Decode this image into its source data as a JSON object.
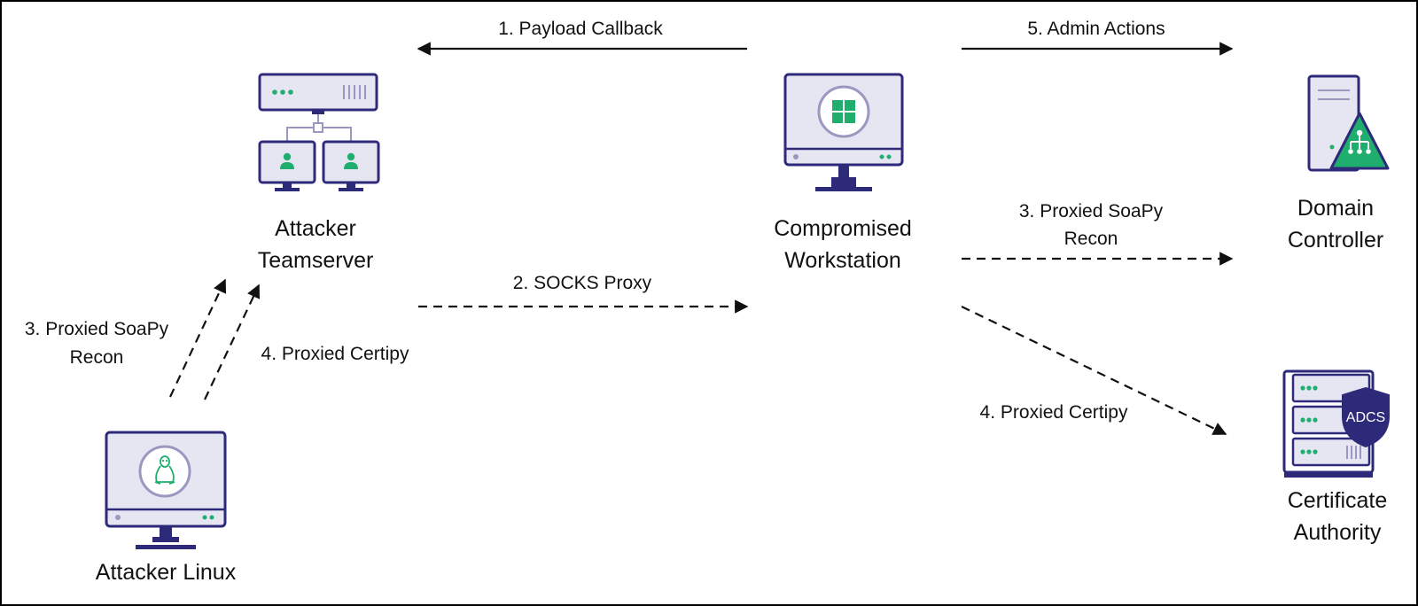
{
  "colors": {
    "navy": "#2e2a7a",
    "green": "#1fae6e",
    "panel": "#e6e6f2",
    "line": "#111111",
    "border": "#000000"
  },
  "nodes": {
    "teamserver": {
      "line1": "Attacker",
      "line2": "Teamserver",
      "icon": "server-network-icon"
    },
    "workstation": {
      "line1": "Compromised",
      "line2": "Workstation",
      "icon": "windows-monitor-icon"
    },
    "dc": {
      "line1": "Domain",
      "line2": "Controller",
      "icon": "domain-controller-tower-icon"
    },
    "ca": {
      "line1": "Certificate",
      "line2": "Authority",
      "icon": "server-rack-icon",
      "badge": "ADCS"
    },
    "linux": {
      "line1": "Attacker Linux",
      "icon": "linux-monitor-icon"
    }
  },
  "edges": {
    "payload_callback": "1. Payload Callback",
    "socks_proxy": "2. SOCKS Proxy",
    "soapy_left_line1": "3. Proxied SoaPy",
    "soapy_left_line2": "Recon",
    "certipy_left": "4. Proxied Certipy",
    "soapy_right_line1": "3. Proxied SoaPy",
    "soapy_right_line2": "Recon",
    "certipy_right": "4. Proxied Certipy",
    "admin_actions": "5. Admin Actions"
  }
}
